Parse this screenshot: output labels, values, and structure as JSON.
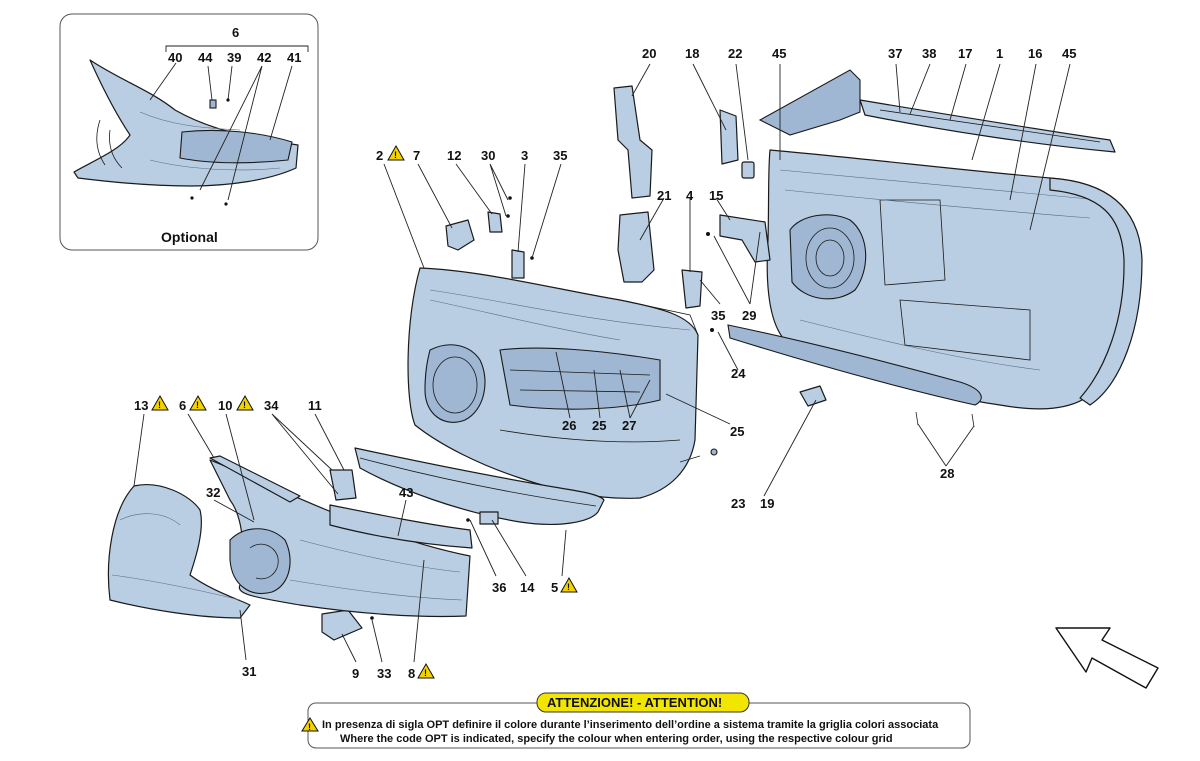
{
  "inset": {
    "group_number": "6",
    "parts": [
      "40",
      "44",
      "39",
      "42",
      "41"
    ],
    "label": "Optional"
  },
  "callouts": [
    {
      "id": "20",
      "text": "20"
    },
    {
      "id": "18",
      "text": "18"
    },
    {
      "id": "22",
      "text": "22"
    },
    {
      "id": "45a",
      "text": "45"
    },
    {
      "id": "37",
      "text": "37"
    },
    {
      "id": "38",
      "text": "38"
    },
    {
      "id": "17",
      "text": "17"
    },
    {
      "id": "1",
      "text": "1"
    },
    {
      "id": "16",
      "text": "16"
    },
    {
      "id": "45b",
      "text": "45"
    },
    {
      "id": "2",
      "text": "2",
      "warning": true
    },
    {
      "id": "7",
      "text": "7"
    },
    {
      "id": "12",
      "text": "12"
    },
    {
      "id": "30",
      "text": "30"
    },
    {
      "id": "3",
      "text": "3"
    },
    {
      "id": "35a",
      "text": "35"
    },
    {
      "id": "21",
      "text": "21"
    },
    {
      "id": "4",
      "text": "4"
    },
    {
      "id": "15",
      "text": "15"
    },
    {
      "id": "35b",
      "text": "35"
    },
    {
      "id": "29",
      "text": "29"
    },
    {
      "id": "24",
      "text": "24"
    },
    {
      "id": "26",
      "text": "26"
    },
    {
      "id": "25a",
      "text": "25"
    },
    {
      "id": "27",
      "text": "27"
    },
    {
      "id": "25b",
      "text": "25"
    },
    {
      "id": "13",
      "text": "13",
      "warning": true
    },
    {
      "id": "6",
      "text": "6",
      "warning": true
    },
    {
      "id": "10",
      "text": "10",
      "warning": true
    },
    {
      "id": "34",
      "text": "34"
    },
    {
      "id": "11",
      "text": "11"
    },
    {
      "id": "32",
      "text": "32"
    },
    {
      "id": "43",
      "text": "43"
    },
    {
      "id": "23",
      "text": "23"
    },
    {
      "id": "19",
      "text": "19"
    },
    {
      "id": "28",
      "text": "28"
    },
    {
      "id": "36",
      "text": "36"
    },
    {
      "id": "14",
      "text": "14"
    },
    {
      "id": "5",
      "text": "5",
      "warning": true
    },
    {
      "id": "31",
      "text": "31"
    },
    {
      "id": "9",
      "text": "9"
    },
    {
      "id": "33",
      "text": "33"
    },
    {
      "id": "8",
      "text": "8",
      "warning": true
    }
  ],
  "notice": {
    "title": "ATTENZIONE! - ATTENTION!",
    "line_it": "In presenza di sigla OPT definire il colore durante l’inserimento dell’ordine a sistema tramite la griglia colori associata",
    "line_en": "Where the code OPT is indicated, specify the colour when entering order, using the respective colour grid"
  },
  "colors": {
    "part_fill": "#b9cde3",
    "warning_yellow": "#f2d200",
    "notice_pill": "#f2e600"
  },
  "icons": {
    "warning": "warning-triangle-icon",
    "direction": "direction-arrow-icon"
  }
}
